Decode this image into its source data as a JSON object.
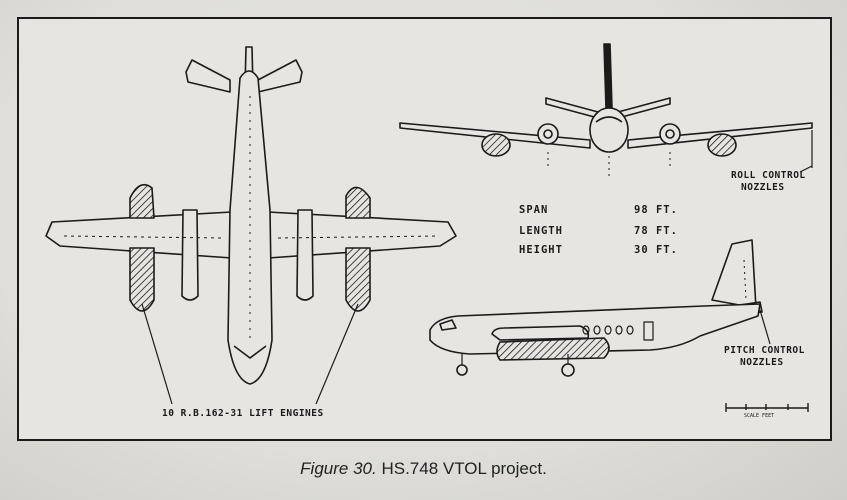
{
  "figure": {
    "caption_label": "Figure 30.",
    "caption_text": "HS.748 VTOL project."
  },
  "specs": [
    {
      "label": "SPAN",
      "value": "98 FT."
    },
    {
      "label": "LENGTH",
      "value": "78 FT."
    },
    {
      "label": "HEIGHT",
      "value": "30 FT."
    }
  ],
  "annotations": {
    "roll_line1": "ROLL CONTROL",
    "roll_line2": "NOZZLES",
    "pitch_line1": "PITCH CONTROL",
    "pitch_line2": "NOZZLES",
    "lift_engines": "10 R.B.162-31 LIFT ENGINES"
  },
  "scale_bar": {
    "label": "SCALE FEET"
  }
}
